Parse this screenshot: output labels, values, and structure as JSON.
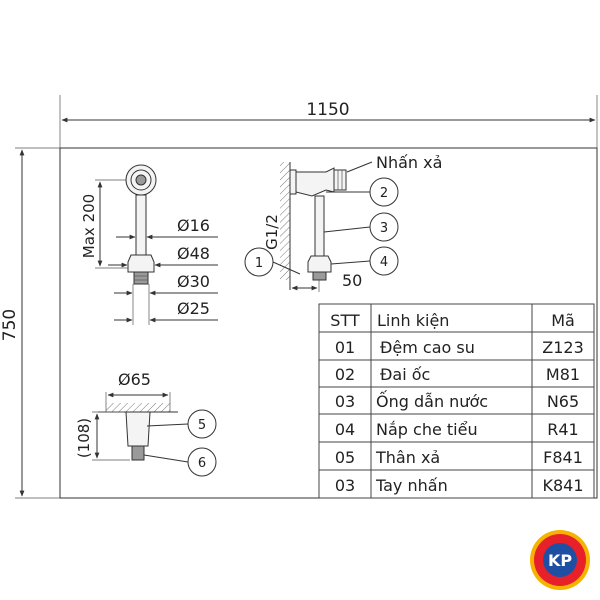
{
  "dimensions": {
    "overall_width": "1150",
    "overall_height": "750",
    "max_height": "Max 200",
    "d16": "Ø16",
    "d48": "Ø48",
    "d30": "Ø30",
    "d25": "Ø25",
    "thread": "G1/2",
    "offset": "50",
    "d65": "Ø65",
    "height_108": "(108)"
  },
  "callouts": {
    "flush_label": "Nhấn xả",
    "n1": "1",
    "n2": "2",
    "n3": "3",
    "n4": "4",
    "n5": "5",
    "n6": "6"
  },
  "parts_table": {
    "headers": [
      "STT",
      "Linh kiện",
      "Mã"
    ],
    "rows": [
      [
        "01",
        "Đệm cao su",
        "Z123"
      ],
      [
        "02",
        "Đai ốc",
        "M81"
      ],
      [
        "03",
        "Ống dẫn nước",
        "N65"
      ],
      [
        "04",
        "Nắp che tiểu",
        "R41"
      ],
      [
        "05",
        "Thân xả",
        "F841"
      ],
      [
        "03",
        "Tay nhấn",
        "K841"
      ]
    ]
  },
  "logo": {
    "text": "KP",
    "color_outer": "#e8202a",
    "color_inner": "#1f4fa3",
    "color_ring": "#f5b400"
  }
}
